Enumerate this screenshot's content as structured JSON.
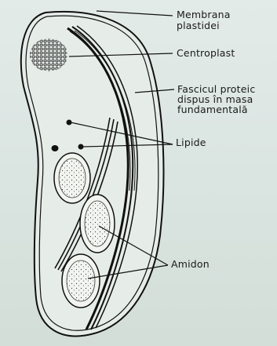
{
  "labels": {
    "membrana": [
      "Membrana",
      "plastidei"
    ],
    "centroplast": "Centroplast",
    "fascicul": [
      "Fascicul proteic",
      "dispus în masa",
      "fundamentală"
    ],
    "lipide": "Lipide",
    "amidon": "Amidon"
  },
  "colors": {
    "ink": "#1a1a1a",
    "paper": "#e0e9e6"
  }
}
